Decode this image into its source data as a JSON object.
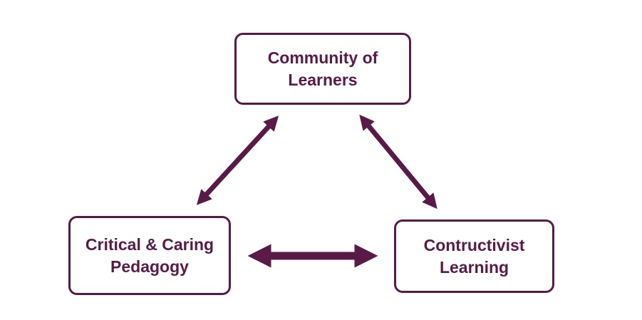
{
  "colors": {
    "accent": "#5a1a48"
  },
  "nodes": {
    "community": {
      "line1": "Community of",
      "line2": "Learners"
    },
    "critical": {
      "line1": "Critical & Caring",
      "line2": "Pedagogy"
    },
    "constructivist": {
      "line1": "Contructivist",
      "line2": "Learning"
    }
  },
  "edges": [
    {
      "from": "critical",
      "to": "community",
      "type": "bidirectional"
    },
    {
      "from": "community",
      "to": "constructivist",
      "type": "bidirectional"
    },
    {
      "from": "critical",
      "to": "constructivist",
      "type": "bidirectional"
    }
  ]
}
